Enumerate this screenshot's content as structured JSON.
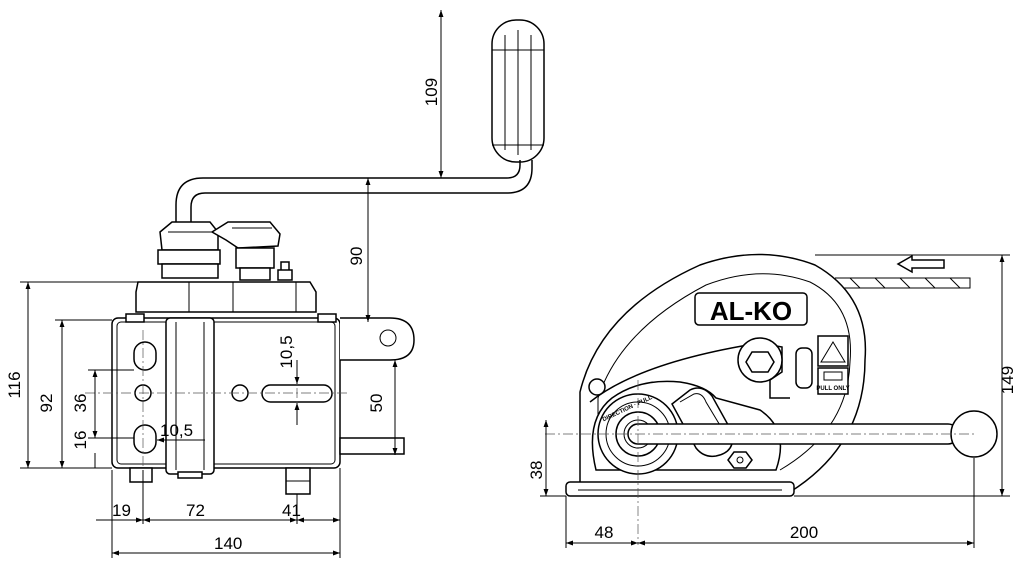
{
  "brand": {
    "logo_text": "AL-KO",
    "rotation_label": "DIRECTION · PULL",
    "pull_only_label": "PULL ONLY"
  },
  "dimensions": {
    "side": {
      "handle_grip_length": "109",
      "crank_radius": "90",
      "hole_diameter_upper": "10,5",
      "hole_diameter_lower": "10,5",
      "height_total": "116",
      "height_mount": "92",
      "hole_spacing_vertical": "36",
      "hole_offset_bottom": "16",
      "slot_center_height": "50",
      "offset_left": "19",
      "offset_middle": "72",
      "offset_right": "41",
      "width_total": "140"
    },
    "front": {
      "drum_height": "38",
      "height_total": "149",
      "offset_drum": "48",
      "crank_reach": "200"
    }
  }
}
